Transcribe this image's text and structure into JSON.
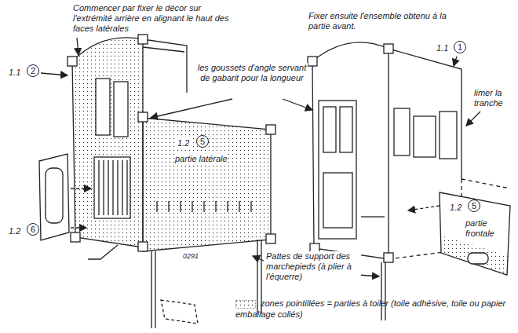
{
  "diagram": {
    "labels": [
      "Commencer par fixer le décor sur l'extrémité arrière en alignant le haut des faces latérales",
      "Fixer ensuite l'ensemble obtenu à la partie avant.",
      "1.1",
      "2",
      "1.2",
      "5",
      "partie latérale",
      "1.2",
      "6",
      "les goussets d'angle servant de gabarit pour la longueur",
      "1.1",
      "1",
      "limer la tranche",
      "1.2",
      "5",
      "partie frontale",
      "Pattes de support des marchepieds (à plier à l'équerre)",
      "0291"
    ],
    "legend": [
      {
        "text": "zones pointillées = parties à toiler (toile adhésive, toile ou papier emballage collés)"
      }
    ]
  }
}
